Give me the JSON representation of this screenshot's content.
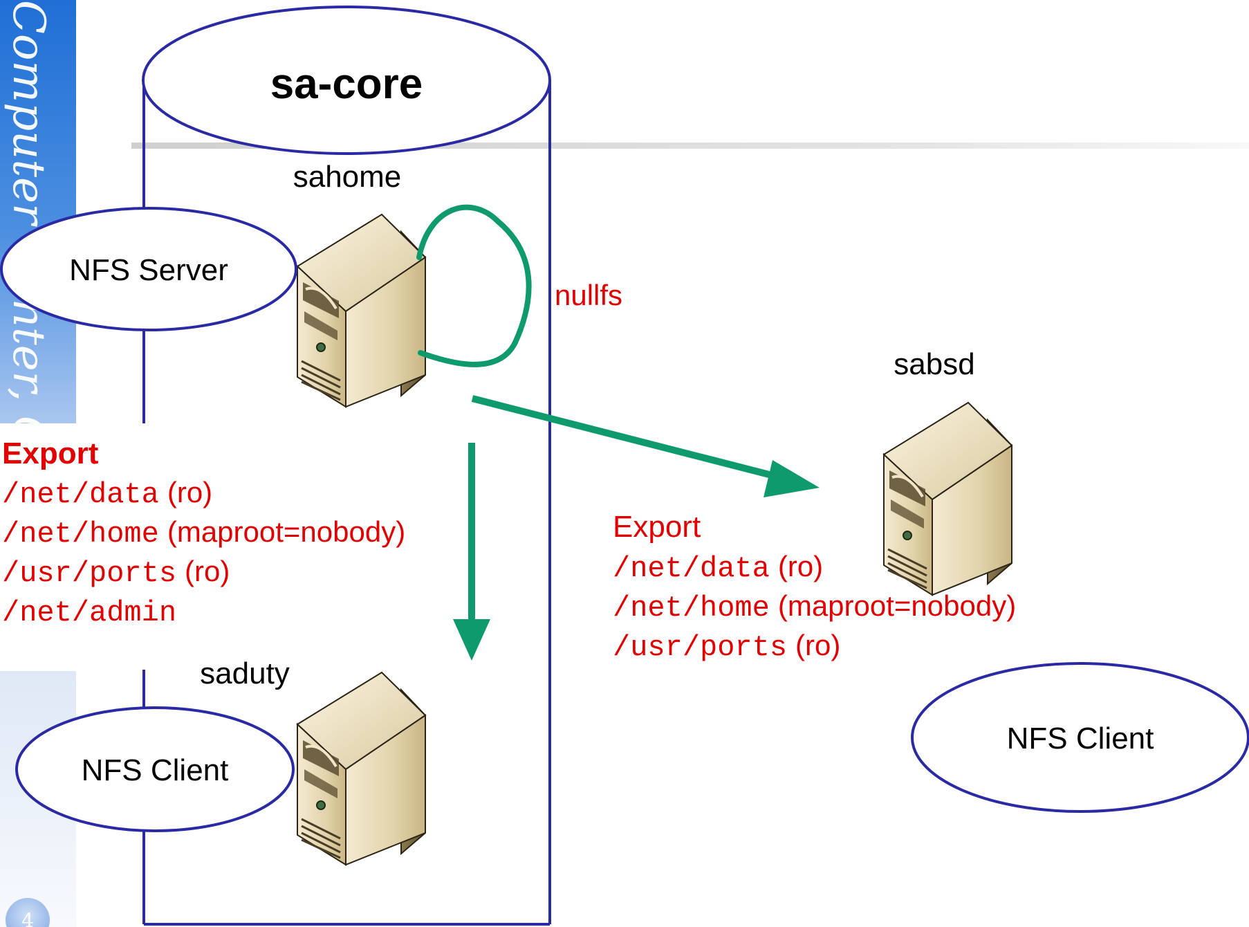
{
  "slide": {
    "sidebar_text": "Computer Center, CS,",
    "page_number": "4"
  },
  "colors": {
    "sidebar_blue": "#2f7fd9",
    "sidebar_light": "#e8eef8",
    "cylinder_stroke": "#2a2aa5",
    "ellipse_stroke": "#2a2aa5",
    "arrow_green": "#0f9a6e",
    "export_red": "#e00000",
    "text_black": "#000000",
    "header_rule": "#d9d9d9"
  },
  "diagram": {
    "cylinder_title": "sa-core",
    "hosts": {
      "sahome": "sahome",
      "sabsd": "sabsd",
      "saduty": "saduty"
    },
    "roles": {
      "server": "NFS Server",
      "client_left": "NFS Client",
      "client_right": "NFS Client"
    },
    "loop_label": "nullfs",
    "export_left": {
      "title": "Export",
      "lines": [
        {
          "path": "/net/data",
          "option": "(ro)"
        },
        {
          "path": "/net/home",
          "option": "(maproot=nobody)"
        },
        {
          "path": "/usr/ports",
          "option": "(ro)"
        },
        {
          "path": "/net/admin",
          "option": ""
        }
      ]
    },
    "export_right": {
      "title": "Export",
      "lines": [
        {
          "path": "/net/data",
          "option": "(ro)"
        },
        {
          "path": "/net/home",
          "option": "(maproot=nobody)"
        },
        {
          "path": "/usr/ports",
          "option": "(ro)"
        }
      ]
    }
  }
}
